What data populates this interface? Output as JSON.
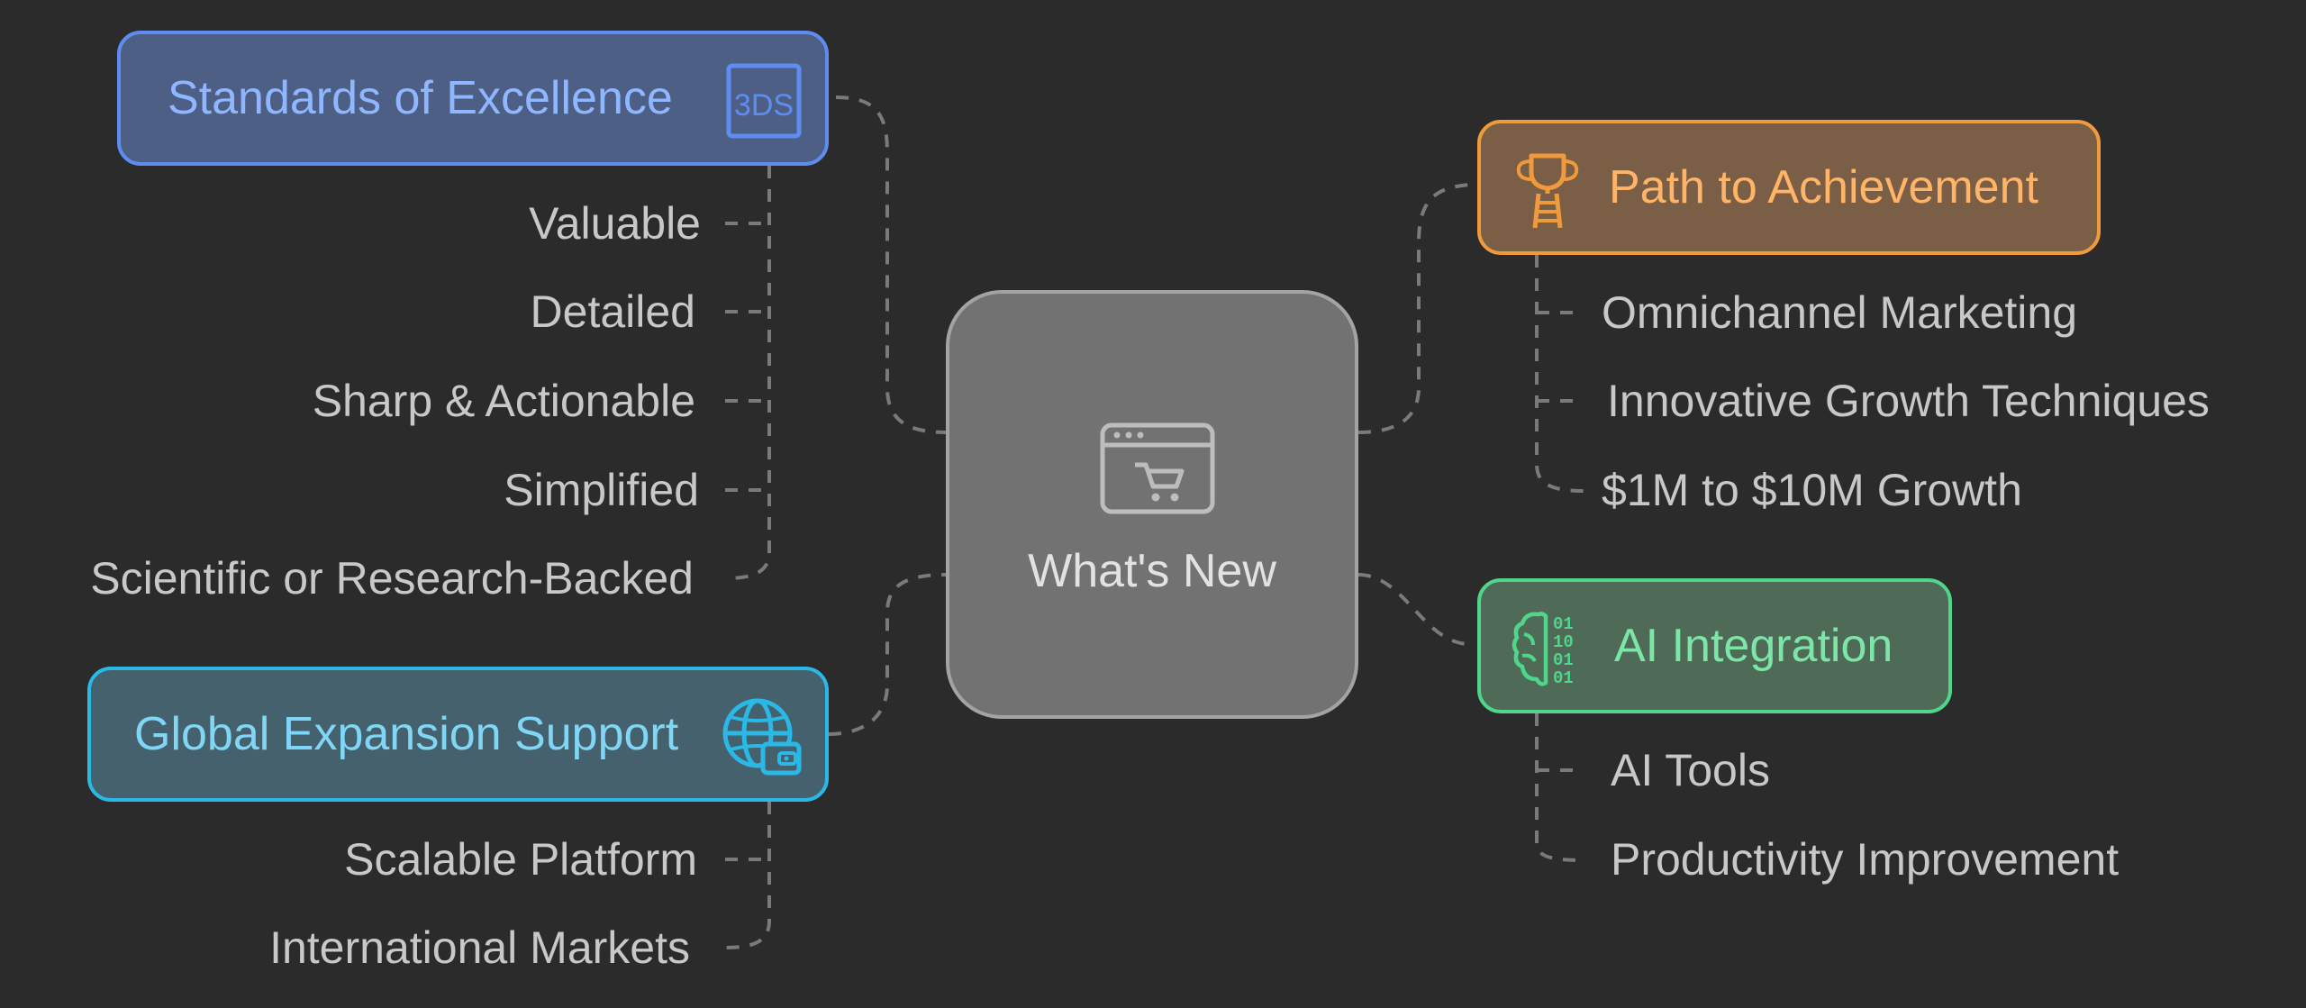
{
  "center": {
    "label": "What's New",
    "icon": "web-store-cart-icon"
  },
  "branches": {
    "standards": {
      "title": "Standards of Excellence",
      "icon": "3ds-badge-icon",
      "items": [
        "Valuable",
        "Detailed",
        "Sharp & Actionable",
        "Simplified",
        "Scientific or Research-Backed"
      ]
    },
    "global": {
      "title": "Global Expansion Support",
      "icon": "globe-wallet-icon",
      "items": [
        "Scalable Platform",
        "International Markets"
      ]
    },
    "path": {
      "title": "Path to Achievement",
      "icon": "trophy-ladder-icon",
      "items": [
        "Omnichannel Marketing",
        "Innovative Growth Techniques",
        "$1M to $10M Growth"
      ]
    },
    "ai": {
      "title": "AI Integration",
      "icon": "brain-binary-icon",
      "items": [
        "AI Tools",
        "Productivity Improvement"
      ]
    }
  },
  "colors": {
    "background": "#2b2b2b",
    "center_fill": "#727272",
    "standards_accent": "#5d8df0",
    "global_accent": "#2ab9e6",
    "path_accent": "#f09a3e",
    "ai_accent": "#4ed68a"
  }
}
